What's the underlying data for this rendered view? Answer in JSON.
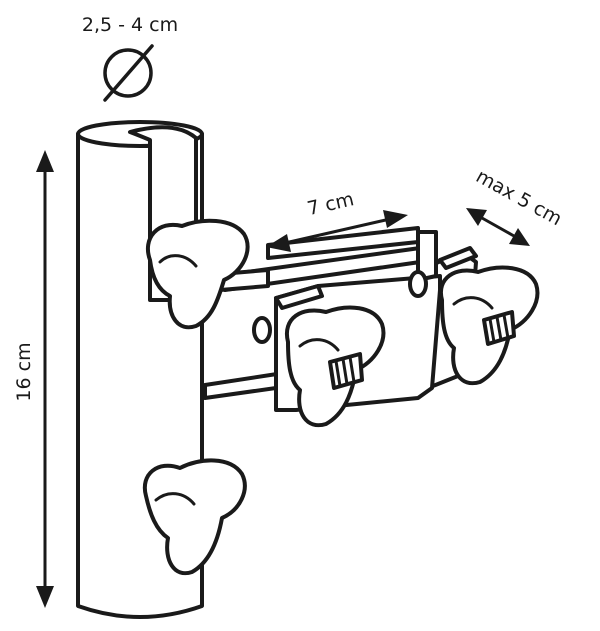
{
  "labels": {
    "diameter": "2,5 - 4 cm",
    "height": "16 cm",
    "arm_length": "7 cm",
    "clamp_opening": "max 5 cm"
  },
  "icons": {
    "diameter_symbol": "diameter-icon"
  },
  "colors": {
    "ink": "#1a1a1a",
    "paper": "#ffffff"
  }
}
